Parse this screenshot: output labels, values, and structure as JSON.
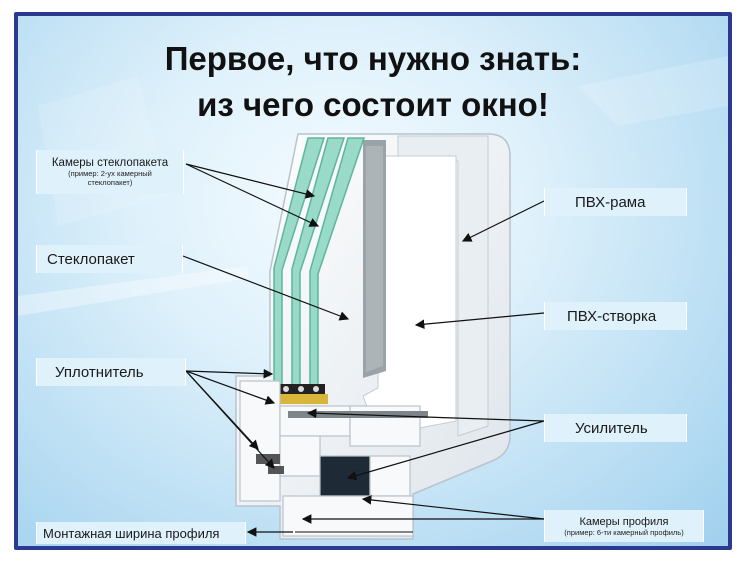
{
  "title": {
    "line1": "Первое, что нужно знать:",
    "line2": "из чего состоит окно!"
  },
  "labels": {
    "glass_chambers": {
      "text": "Камеры стеклопакета",
      "note_line1": "(пример: 2-ух камерный",
      "note_line2": "стеклопакет)"
    },
    "glass_unit": "Стеклопакет",
    "seal": "Уплотнитель",
    "mounting_width": "Монтажная ширина профиля",
    "pvc_frame": "ПВХ-рама",
    "pvc_sash": "ПВХ-створка",
    "reinforcement": "Усилитель",
    "profile_chambers": {
      "text": "Камеры профиля",
      "note": "(пример: 6-ти камерный профиль)"
    }
  },
  "colors": {
    "border": "#2b3a8f",
    "label_bg": "#dff1fb",
    "glass": "#7fd1b8",
    "pvc": "#f2f5f7",
    "arrow": "#111111"
  }
}
